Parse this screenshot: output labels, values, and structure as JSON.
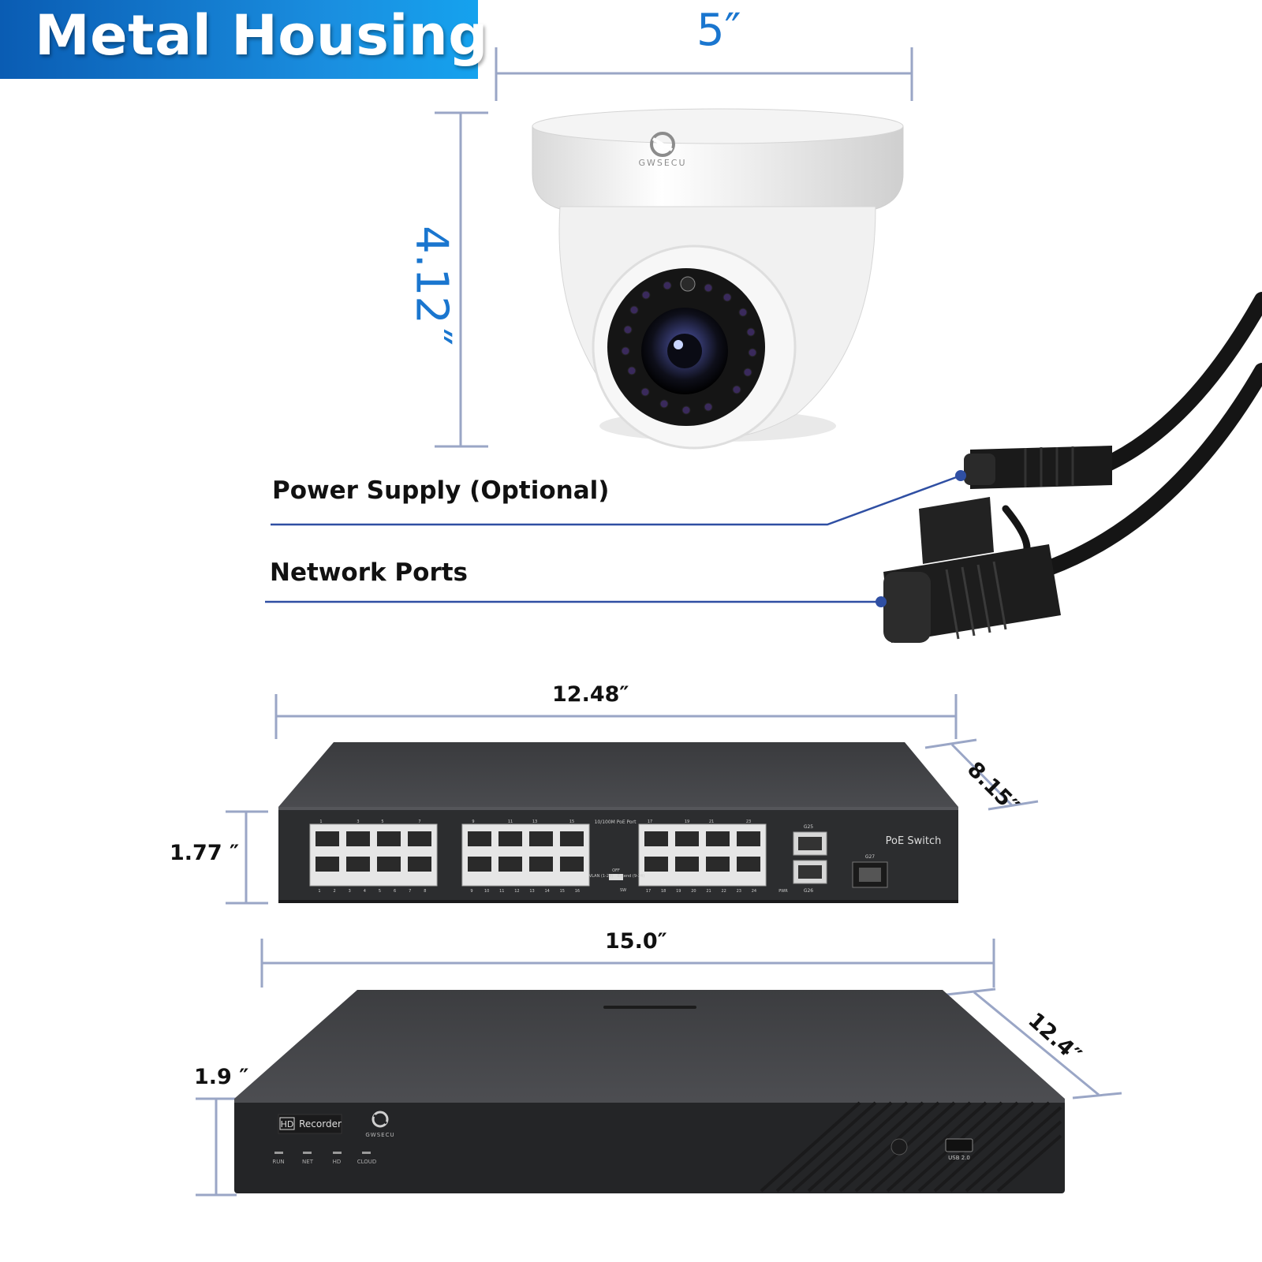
{
  "banner": {
    "title": "Metal Housing"
  },
  "camera": {
    "width_label": "5″",
    "height_label": "4.12˝",
    "brand": "GWSECU"
  },
  "callouts": {
    "power": "Power Supply (Optional)",
    "network": "Network Ports"
  },
  "poe_switch": {
    "width_label": "12.48″",
    "depth_label": "8.15″",
    "height_label": "1.77 ″",
    "name": "PoE Switch",
    "port_group_label": "10/100M PoE Port",
    "top_numbers": [
      "1",
      "3",
      "5",
      "7",
      "9",
      "11",
      "13",
      "15",
      "17",
      "19",
      "21",
      "23"
    ],
    "bottom_numbers": [
      "1",
      "2",
      "3",
      "4",
      "5",
      "6",
      "7",
      "8",
      "9",
      "10",
      "11",
      "12",
      "13",
      "14",
      "15",
      "16",
      "17",
      "18",
      "19",
      "20",
      "21",
      "22",
      "23",
      "24"
    ],
    "uplink_labels": [
      "G25",
      "G26",
      "G27"
    ],
    "switch_labels": {
      "vlan": "VLAN (1-24)",
      "off": "OFF",
      "extend": "Extend (9-24)",
      "sw": "SW",
      "pwr": "PWR"
    }
  },
  "nvr": {
    "width_label": "15.0″",
    "depth_label": "12.4″",
    "height_label": "1.9 ″",
    "badge_hd": "HD",
    "badge_text": "Recorder",
    "brand": "GWSECU",
    "leds": [
      "RUN",
      "NET",
      "HD",
      "CLOUD"
    ],
    "usb_label": "USB 2.0"
  },
  "colors": {
    "banner_start": "#0a5cb3",
    "banner_end": "#15a2ee",
    "dimension_line": "#9aa6c6",
    "callout_line": "#2f4fa3",
    "device_dark": "#2c2d2f"
  }
}
